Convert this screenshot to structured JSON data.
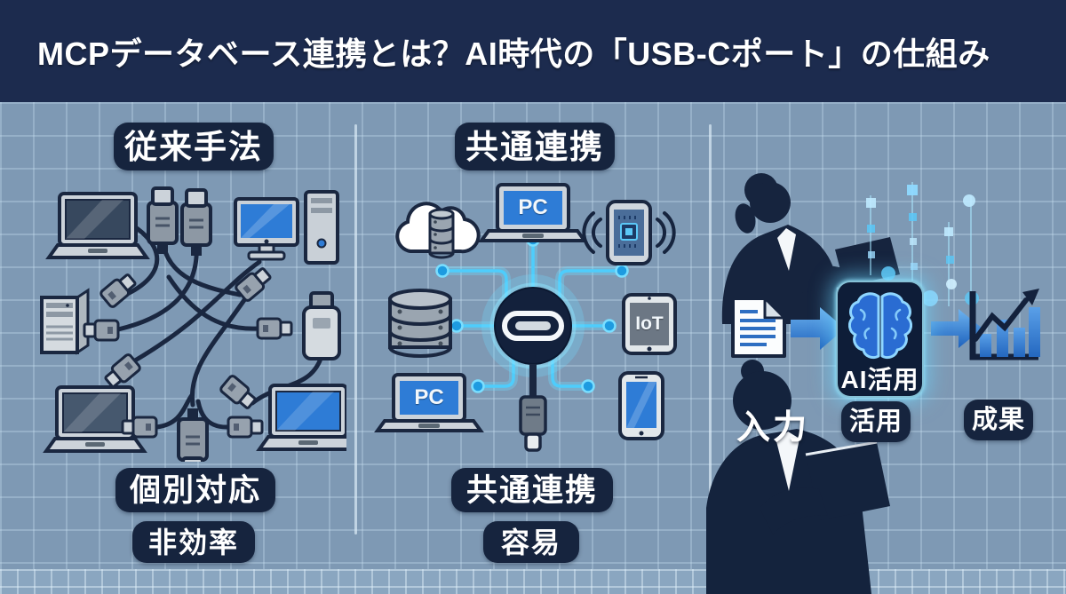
{
  "title": "MCPデータベース連携とは？AI時代の「USB-Cポート」の仕組み",
  "legacy": {
    "top_label": "従来手法",
    "bottom_label_1": "個別対応",
    "bottom_label_2": "非効率"
  },
  "hub": {
    "top_label": "共通連携",
    "bottom_label_1": "共通連携",
    "bottom_label_2": "容易",
    "pc_top_label": "PC",
    "pc_bottom_label": "PC",
    "iot_label": "IoT"
  },
  "ai": {
    "box_label": "AI活用",
    "step_input": "入力",
    "step_use": "活用",
    "step_result": "成果"
  },
  "colors": {
    "header_bg": "#1c2b4e",
    "body_bg": "#7e99b4",
    "badge_bg": "#16243e",
    "accent_cyan": "#45c8f8",
    "screen_blue": "#2e7cd6",
    "arrow_blue": "#2f7fd8",
    "outline_navy": "#1a2740",
    "device_gray": "#c6cdd4"
  }
}
